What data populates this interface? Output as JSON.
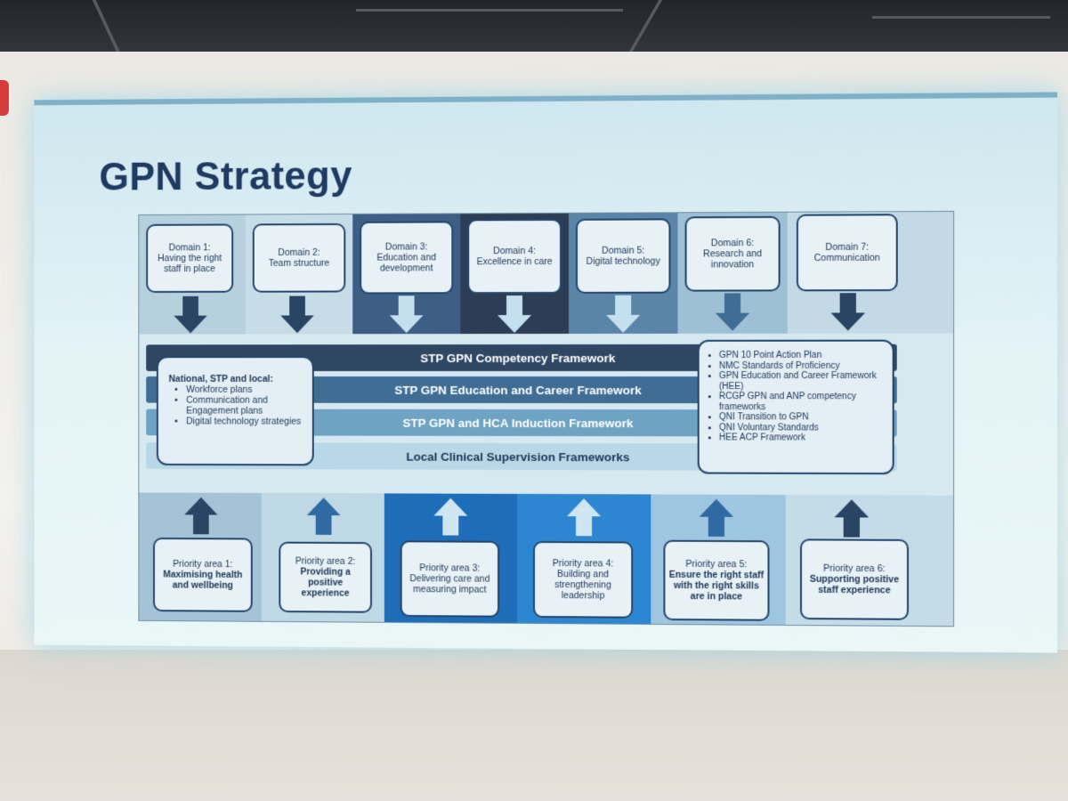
{
  "slide": {
    "title": "GPN Strategy"
  },
  "colors": {
    "navy": "#24466d",
    "dark_bar": "#2f4763",
    "mid_bar": "#3f6d94",
    "light_bar": "#6ea3c3",
    "pale_bar": "#b9d8e7",
    "highlight_blue": "#1e73c2"
  },
  "domains": [
    {
      "label": "Domain 1:",
      "text": "Having the right staff in place",
      "arrow": "down"
    },
    {
      "label": "Domain 2:",
      "text": "Team structure",
      "arrow": "down"
    },
    {
      "label": "Domain 3:",
      "text": "Education and development",
      "arrow": "down"
    },
    {
      "label": "Domain 4:",
      "text": "Excellence in care",
      "arrow": "down"
    },
    {
      "label": "Domain 5:",
      "text": "Digital technology",
      "arrow": "down"
    },
    {
      "label": "Domain 6:",
      "text": "Research and innovation",
      "arrow": "down"
    },
    {
      "label": "Domain 7:",
      "text": "Communication",
      "arrow": "down"
    }
  ],
  "frameworks": [
    "STP GPN Competency Framework",
    "STP GPN Education and Career Framework",
    "STP GPN and HCA Induction Framework",
    "Local Clinical Supervision Frameworks"
  ],
  "left_box": {
    "heading": "National, STP and local:",
    "items": [
      "Workforce plans",
      "Communication and Engagement plans",
      "Digital technology strategies"
    ]
  },
  "right_box": {
    "items": [
      "GPN 10 Point Action Plan",
      "NMC Standards of Proficiency",
      "GPN Education and Career Framework (HEE)",
      "RCGP GPN and ANP competency frameworks",
      "QNI Transition to GPN",
      "QNI Voluntary Standards",
      "HEE ACP Framework"
    ]
  },
  "priorities": [
    {
      "label": "Priority area 1:",
      "text": "Maximising health and wellbeing",
      "bold": true
    },
    {
      "label": "Priority area 2:",
      "text": "Providing a positive experience",
      "bold": true
    },
    {
      "label": "Priority area 3:",
      "text": "Delivering care and measuring impact",
      "bold": false
    },
    {
      "label": "Priority area 4:",
      "text": "Building and strengthening leadership",
      "bold": false
    },
    {
      "label": "Priority area 5:",
      "text": "Ensure the right staff with the right skills are in place",
      "bold": true
    },
    {
      "label": "Priority area 6:",
      "text": "Supporting positive staff experience",
      "bold": true
    }
  ]
}
